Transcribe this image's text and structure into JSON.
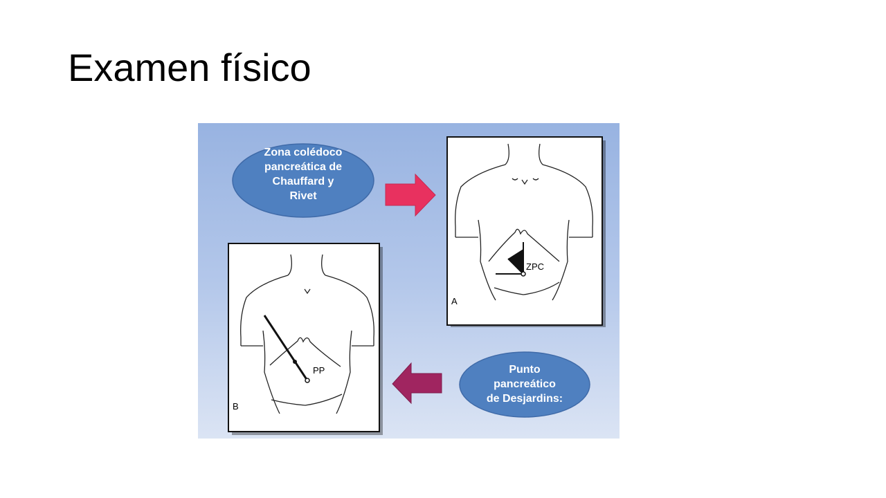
{
  "slide": {
    "title": "Examen físico"
  },
  "figure": {
    "callout_top": {
      "lines": [
        "Zona colédoco",
        "pancreática de",
        "Chauffard y",
        "Rivet"
      ]
    },
    "callout_bottom": {
      "lines": [
        "Punto",
        "pancreático",
        "de Desjardins:"
      ]
    },
    "panel_a": {
      "letter": "A",
      "marker": "ZPC"
    },
    "panel_b": {
      "letter": "B",
      "marker": "PP"
    },
    "colors": {
      "callout_fill": "#4f80c0",
      "arrow_top": "#e8315f",
      "arrow_bottom": "#a02560",
      "panel_bg_top": "#98b3e1",
      "panel_bg_bottom": "#dbe4f4"
    },
    "icons": [
      "right-arrow-icon",
      "left-arrow-icon"
    ]
  }
}
